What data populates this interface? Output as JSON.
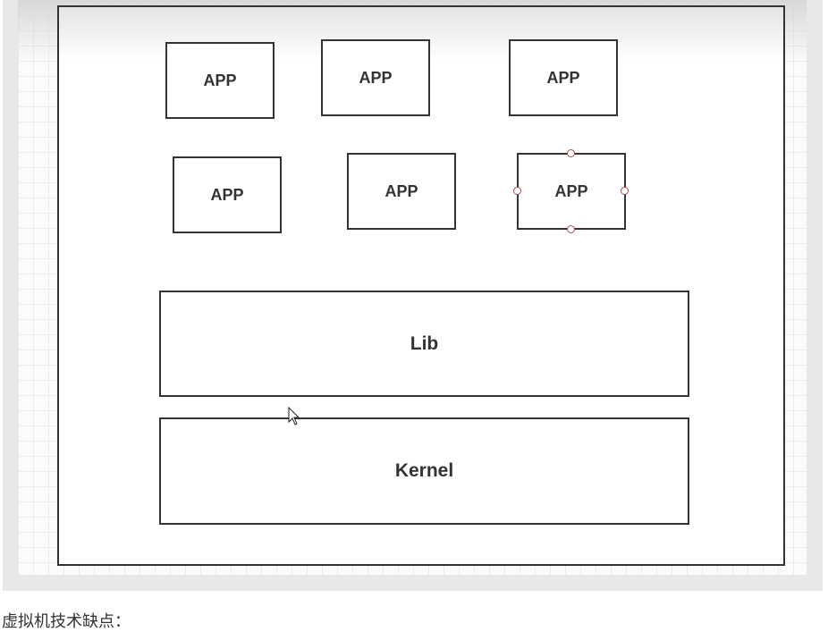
{
  "diagram": {
    "apps": [
      "APP",
      "APP",
      "APP",
      "APP",
      "APP",
      "APP"
    ],
    "lib_label": "Lib",
    "kernel_label": "Kernel"
  },
  "caption": "虚拟机技术缺点："
}
